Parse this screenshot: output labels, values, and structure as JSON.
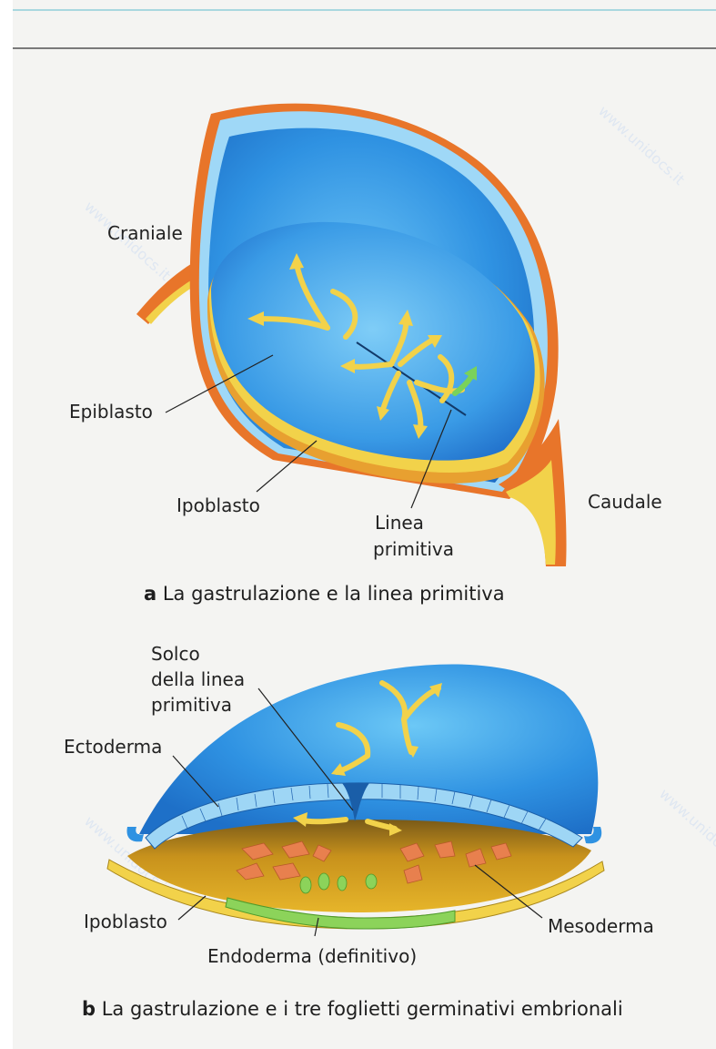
{
  "figure_a": {
    "labels": {
      "craniale": "Craniale",
      "epiblasto": "Epiblasto",
      "ipoblasto": "Ipoblasto",
      "linea_1": "Linea",
      "linea_2": "primitiva",
      "caudale": "Caudale"
    },
    "caption_letter": "a",
    "caption_text": "La gastrulazione e la linea primitiva"
  },
  "figure_b": {
    "labels": {
      "solco_1": "Solco",
      "solco_2": "della linea",
      "solco_3": "primitiva",
      "ectoderma": "Ectoderma",
      "ipoblasto": "Ipoblasto",
      "mesoderma": "Mesoderma",
      "endoderma": "Endoderma (definitivo)"
    },
    "caption_letter": "b",
    "caption_text": "La gastrulazione e i tre foglietti germinativi embrionali"
  },
  "watermark": "www.unidocs.it",
  "colors": {
    "blue": "#2b8fe0",
    "light_blue": "#7fc9f5",
    "orange": "#e8752a",
    "yellow": "#f2d24a",
    "mesoderm": "#e88a5a",
    "endoderm": "#8cd35a",
    "yolk": "#d9a520"
  }
}
